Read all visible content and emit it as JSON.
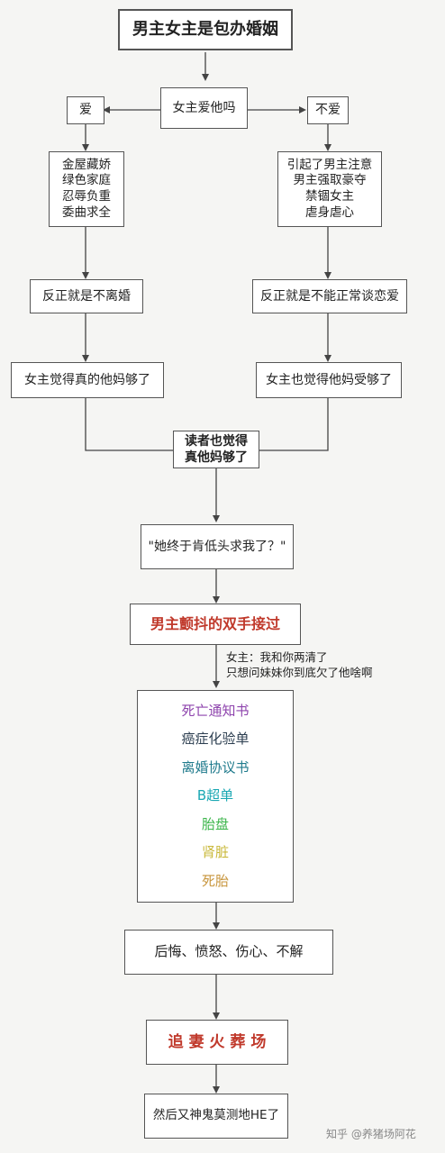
{
  "title": "男主女主是包办婚姻",
  "question": "女主爱他吗",
  "left": {
    "branch": "爱",
    "traits": [
      "金屋藏娇",
      "绿色家庭",
      "忍辱负重",
      "委曲求全"
    ],
    "anyway": "反正就是不离婚",
    "fed_up": "女主觉得真的他妈够了"
  },
  "right": {
    "branch": "不爱",
    "traits": [
      "引起了男主注意",
      "男主强取豪夺",
      "禁锢女主",
      "虐身虐心"
    ],
    "anyway": "反正就是不能正常谈恋爱",
    "fed_up": "女主也觉得他妈受够了"
  },
  "reader": [
    "读者也觉得",
    "真他妈够了"
  ],
  "quote": "\"她终于肯低头求我了？\"",
  "catch": "男主颤抖的双手接过",
  "note": [
    "女主：我和你两清了",
    "只想问妹妹你到底欠了他啥啊"
  ],
  "documents": [
    {
      "label": "死亡通知书",
      "color": "#8e44ad"
    },
    {
      "label": "癌症化验单",
      "color": "#2c3e50"
    },
    {
      "label": "离婚协议书",
      "color": "#1f7a8c"
    },
    {
      "label": "B超单",
      "color": "#1aa7b3"
    },
    {
      "label": "胎盘",
      "color": "#3bb54a"
    },
    {
      "label": "肾脏",
      "color": "#c9b83a"
    },
    {
      "label": "死胎",
      "color": "#c8963e"
    }
  ],
  "emotions": "后悔、愤怒、伤心、不解",
  "chase": "追 妻 火 葬 场",
  "ending": "然后又神鬼莫测地HE了",
  "watermark": "知乎 @养猪场阿花",
  "colors": {
    "red": "#c0392b",
    "line": "#444"
  }
}
